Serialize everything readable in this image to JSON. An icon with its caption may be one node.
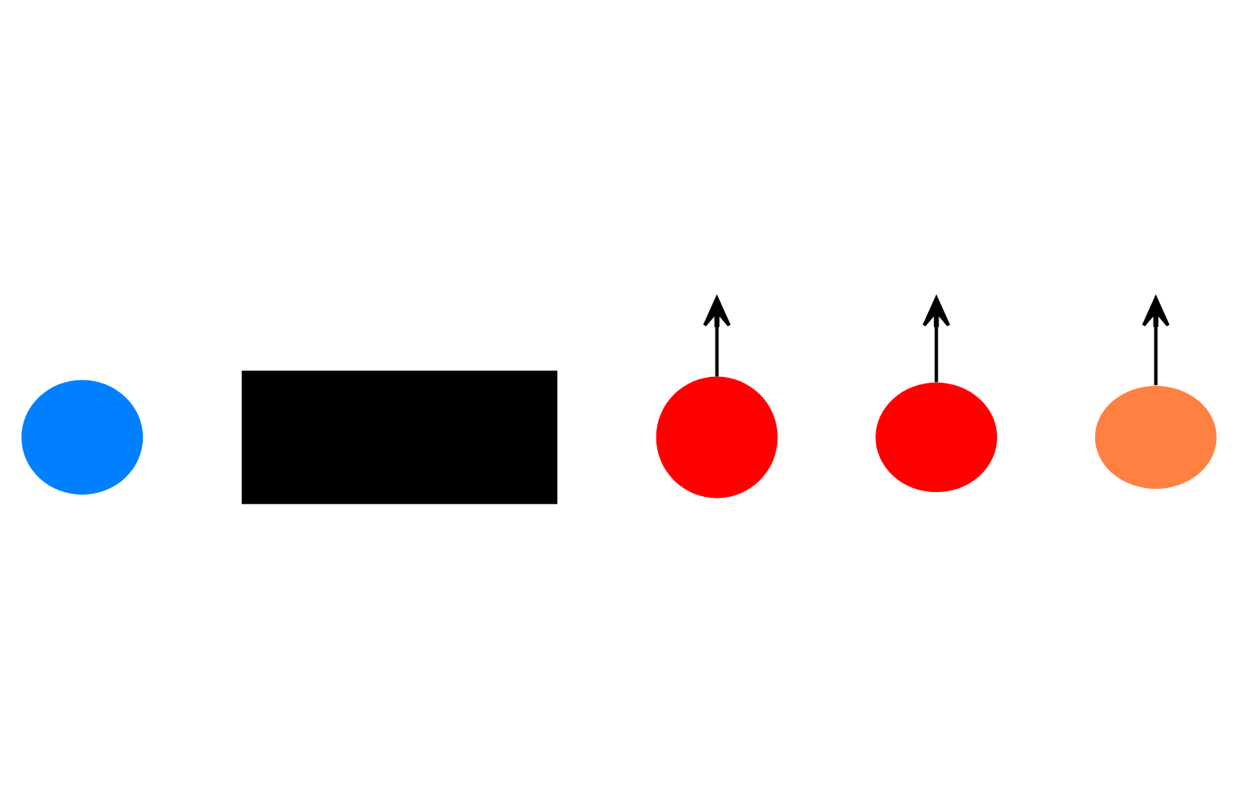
{
  "diagram": {
    "nodes": [
      {
        "text": [],
        "shape": "circle"
      },
      {
        "text": [],
        "shape": "box"
      },
      {
        "text": [],
        "shape": "circle"
      },
      {
        "text": [],
        "shape": "circle"
      },
      {
        "text": [],
        "shape": "circle"
      }
    ],
    "edges": [
      {
        "from": 3,
        "to": null,
        "arrow": "to"
      },
      {
        "from": 2,
        "to": null,
        "arrow": "to"
      },
      {
        "from": 4,
        "to": null,
        "arrow": "to"
      }
    ]
  }
}
